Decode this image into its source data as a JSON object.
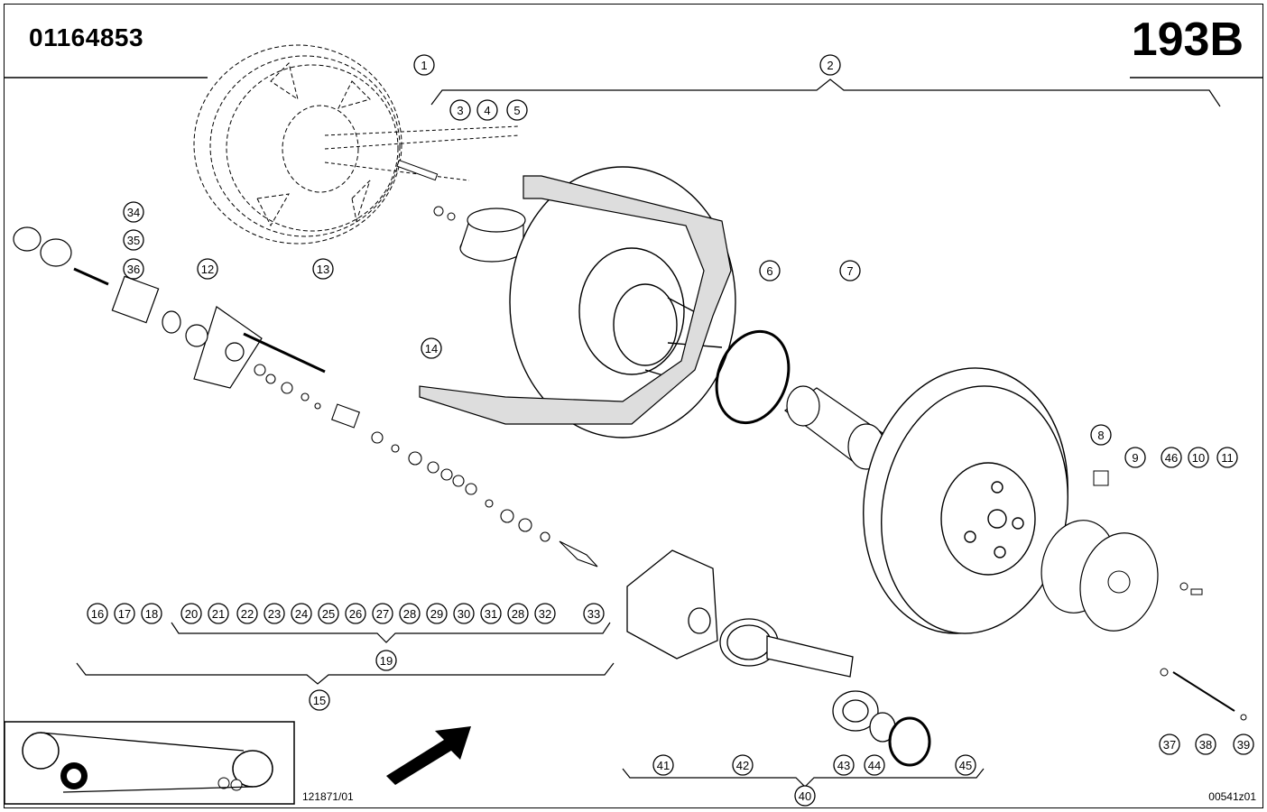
{
  "header": {
    "part_number": "01164853",
    "page_code": "193B"
  },
  "footer": {
    "ref_left": "121871/01",
    "ref_right": "00541z01"
  },
  "callouts": [
    "1",
    "2",
    "3",
    "4",
    "5",
    "6",
    "7",
    "8",
    "9",
    "10",
    "11",
    "12",
    "13",
    "14",
    "15",
    "16",
    "17",
    "18",
    "19",
    "20",
    "21",
    "22",
    "23",
    "24",
    "25",
    "26",
    "27",
    "28",
    "29",
    "30",
    "31",
    "28",
    "32",
    "33",
    "34",
    "35",
    "36",
    "37",
    "38",
    "39",
    "40",
    "41",
    "42",
    "43",
    "44",
    "45",
    "46"
  ],
  "icons": {
    "direction": "arrow-icon",
    "belt": "belt-routing-icon"
  }
}
